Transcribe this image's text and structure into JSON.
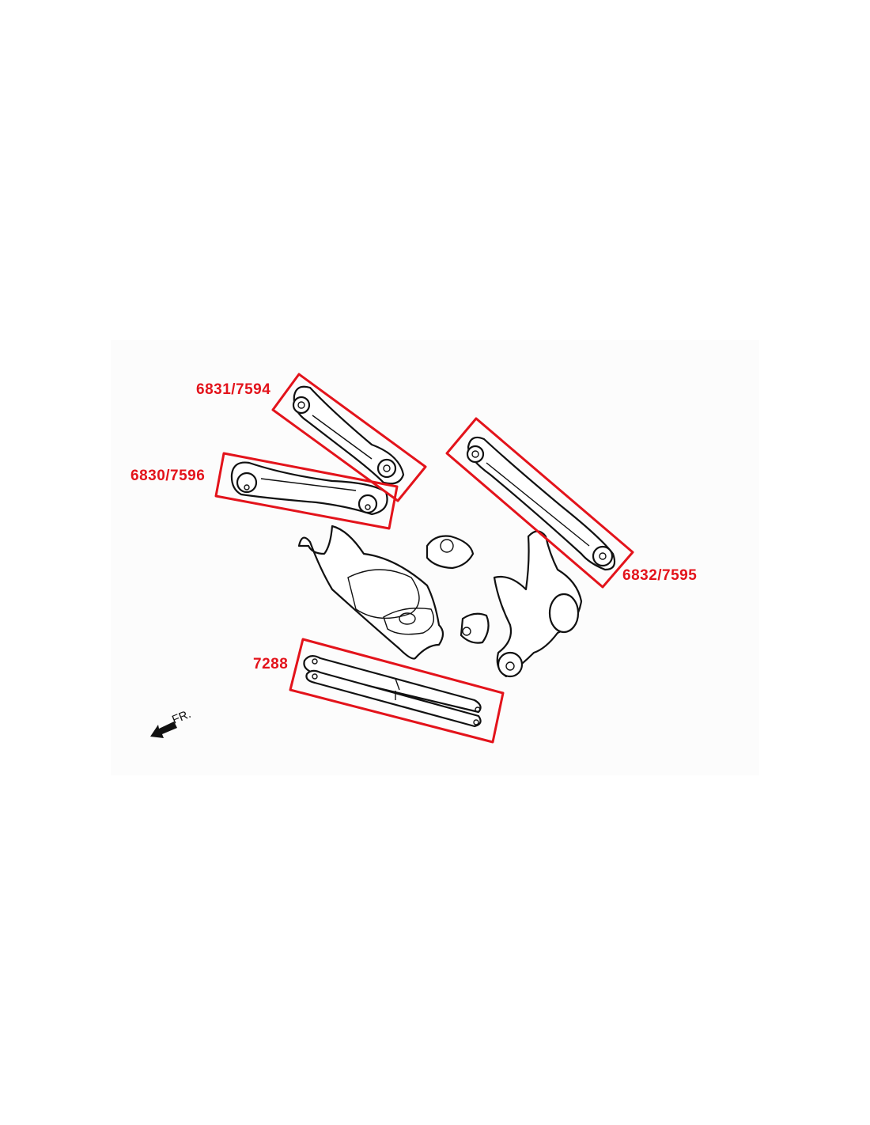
{
  "colors": {
    "highlight": "#e3131b",
    "line": "#111111"
  },
  "labels": {
    "upper_arm": "6831/7594",
    "lower_front_arm": "6830/7596",
    "trailing_arm": "6832/7595",
    "subframe_brace": "7288",
    "front_direction": "FR."
  }
}
